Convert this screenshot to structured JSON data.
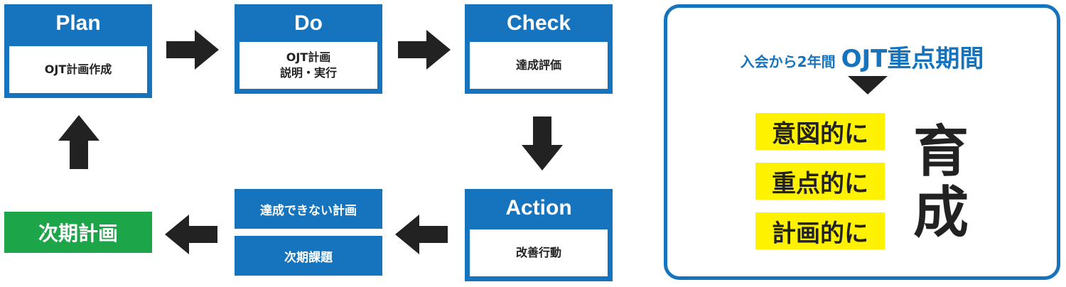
{
  "plan": {
    "title": "Plan",
    "body": "OJT計画作成"
  },
  "do": {
    "title": "Do",
    "body_line1": "OJT計画",
    "body_line2": "説明・実行"
  },
  "check": {
    "title": "Check",
    "body": "達成評価"
  },
  "action": {
    "title": "Action",
    "body": "改善行動"
  },
  "unachieved_label": "達成できない計画",
  "next_issue_label": "次期課題",
  "next_plan_label": "次期計画",
  "panel": {
    "title_small": "入会から2年間",
    "title_big": "OJT重点期間",
    "highlights": [
      "意図的に",
      "重点的に",
      "計画的に"
    ],
    "result_char1": "育",
    "result_char2": "成"
  },
  "colors": {
    "blue": "#1673be",
    "green": "#1da549",
    "yellow": "#fff200",
    "arrow": "#222222"
  }
}
